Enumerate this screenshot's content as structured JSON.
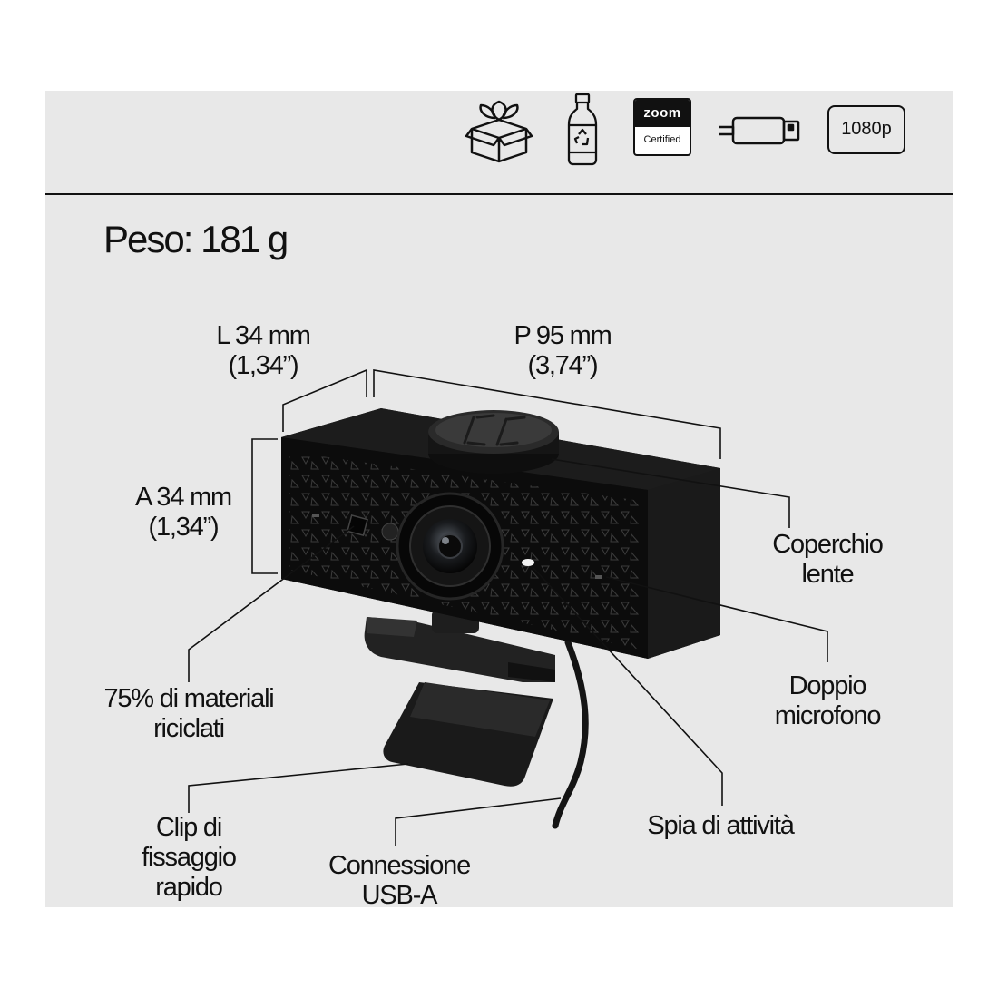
{
  "badges": {
    "zoom_brand": "zoom",
    "zoom_certified": "Certified",
    "resolution": "1080p"
  },
  "icons": [
    "eco-box-icon",
    "recycled-bottle-icon",
    "zoom-certified-icon",
    "usb-cable-icon",
    "resolution-1080p-icon"
  ],
  "weight": "Peso: 181 g",
  "dimensions": {
    "width": [
      "L 34 mm",
      "(1,34”)"
    ],
    "depth": [
      "P 95 mm",
      "(3,74”)"
    ],
    "height": [
      "A 34 mm",
      "(1,34”)"
    ]
  },
  "callouts": {
    "lens_cover": [
      "Coperchio",
      "lente"
    ],
    "dual_mic": [
      "Doppio",
      "microfono"
    ],
    "recycled": [
      "75% di materiali",
      "riciclati"
    ],
    "activity_light": [
      "Spia di attività"
    ],
    "clip": [
      "Clip di",
      "fissaggio",
      "rapido"
    ],
    "usb": [
      "Connessione",
      "USB-A"
    ]
  }
}
